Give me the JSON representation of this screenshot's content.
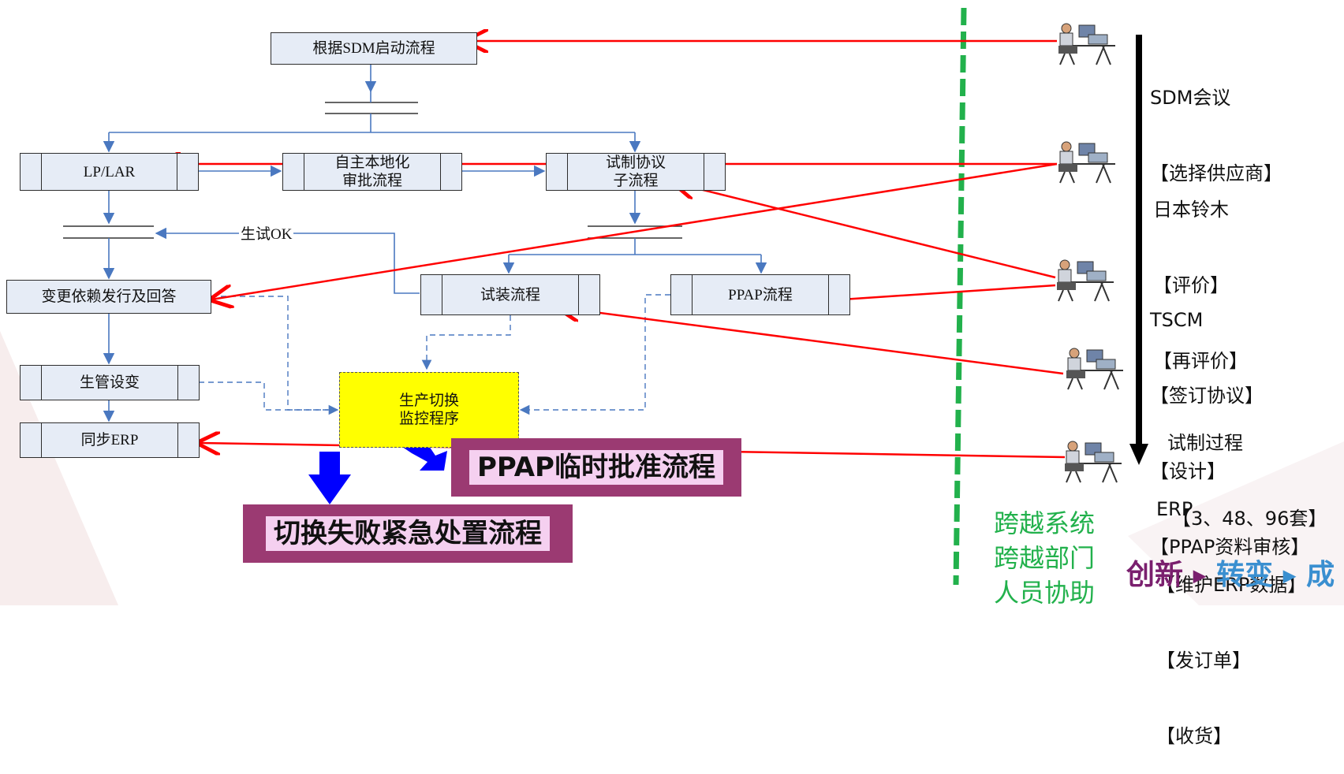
{
  "flow": {
    "start": "根据SDM启动流程",
    "lplar": "LP/LAR",
    "self_approval": [
      "自主本地化",
      "审批流程"
    ],
    "trial_agreement": [
      "试制协议",
      "子流程"
    ],
    "trial_ok_label": "生试OK",
    "change_answer": "变更依赖发行及回答",
    "assembly": "试装流程",
    "ppap": "PPAP流程",
    "prod_change": "生管设变",
    "sync_erp": "同步ERP",
    "monitor": [
      "生产切换",
      "监控程序"
    ]
  },
  "banners": {
    "ppap_temp": "PPAP临时批准流程",
    "emergency": "切换失败紧急处置流程"
  },
  "roles": [
    {
      "lines": [
        "SDM会议",
        "【选择供应商】"
      ]
    },
    {
      "lines": [
        "日本铃木",
        "【评价】",
        "【再评价】"
      ]
    },
    {
      "lines": [
        "TSCM",
        "【签订协议】",
        "【设计】",
        "【PPAP资料审核】"
      ]
    },
    {
      "lines": [
        "试制过程",
        "【3、48、96套】"
      ]
    },
    {
      "lines": [
        "ERP",
        "【维护ERP数据】",
        "【发订单】",
        "【收货】"
      ]
    }
  ],
  "cross": [
    "跨越系统",
    "跨越部门",
    "人员协助"
  ],
  "logo": {
    "part1": "创新",
    "part2": "转变",
    "part3": "成"
  },
  "colors": {
    "flow_line": "#4a78c0",
    "red_line": "#ff0000",
    "green_divider": "#22b14c",
    "box_fill": "#e6ecf6",
    "banner": "#9b3a72",
    "banner_inner": "#f5d0f0"
  }
}
